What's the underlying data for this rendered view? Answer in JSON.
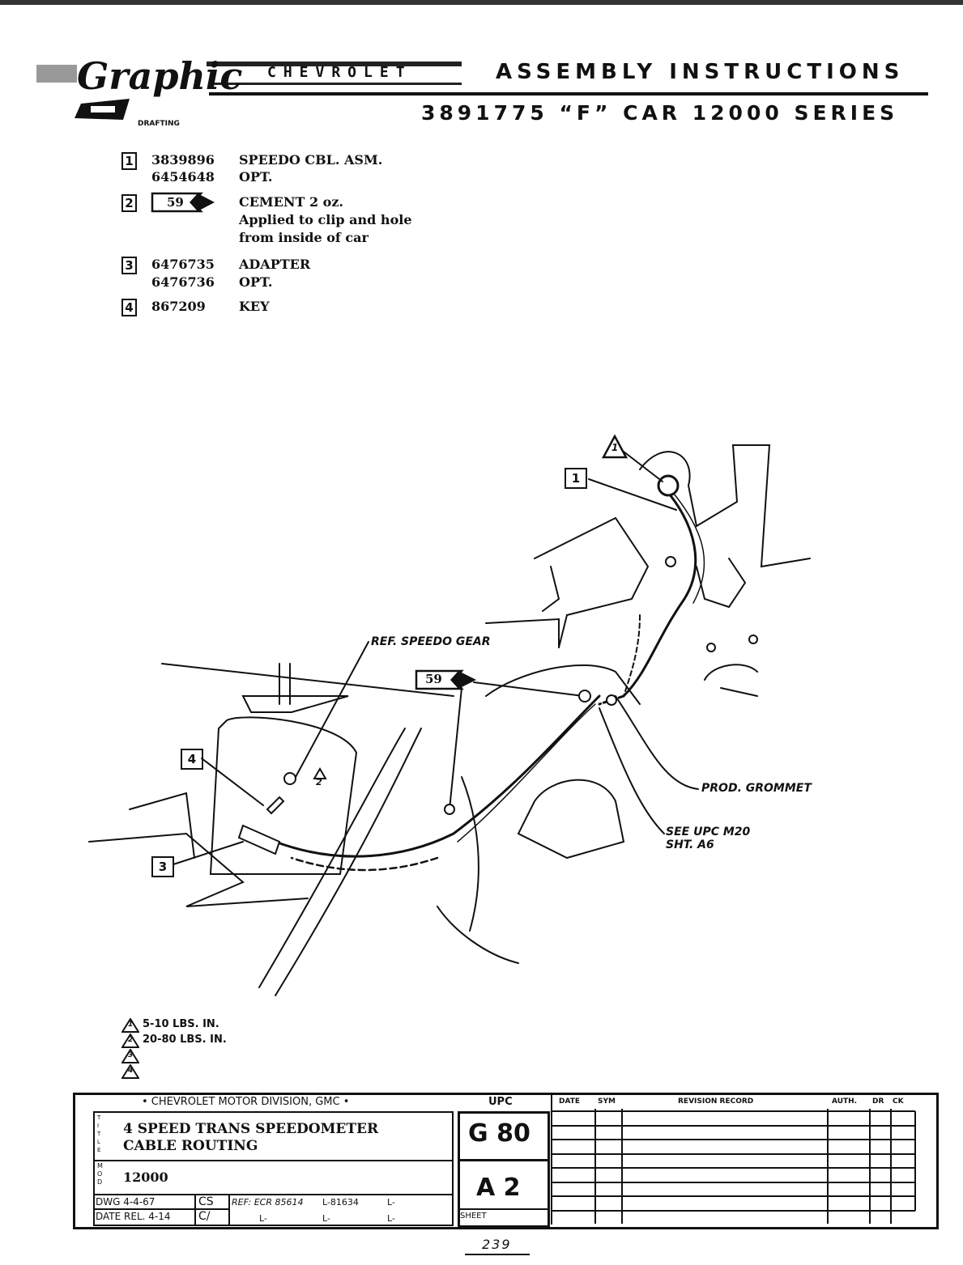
{
  "header": {
    "logo": {
      "small_text": "DRAFTING",
      "script_text": "Graphic",
      "brand": "CHEVROLET"
    },
    "title": "ASSEMBLY INSTRUCTIONS",
    "subtitle": "3891775 “F” CAR 12000 SERIES"
  },
  "parts_list": [
    {
      "ref": "1",
      "numbers": [
        "3839896",
        "6454648"
      ],
      "description": [
        "SPEEDO CBL. ASM.",
        "OPT."
      ]
    },
    {
      "ref": "2",
      "tag": "59",
      "description": [
        "CEMENT 2 oz.",
        "Applied to clip and hole",
        "from inside of car"
      ]
    },
    {
      "ref": "3",
      "numbers": [
        "6476735",
        "6476736"
      ],
      "description": [
        "ADAPTER",
        "OPT."
      ]
    },
    {
      "ref": "4",
      "numbers": [
        "867209"
      ],
      "description": [
        "KEY"
      ]
    }
  ],
  "diagram": {
    "callout_1": "1",
    "torque_1": "1",
    "torque_2": "2",
    "ref_speedo_gear": "REF. SPEEDO GEAR",
    "tag_59": "59",
    "callout_4": "4",
    "callout_3": "3",
    "prod_grommet": "PROD. GROMMET",
    "see_upc_1": "SEE UPC M20",
    "see_upc_2": "SHT. A6"
  },
  "torque_notes": [
    {
      "ref": "1",
      "text": "5-10 LBS. IN."
    },
    {
      "ref": "2",
      "text": "20-80 LBS. IN."
    },
    {
      "ref": "3",
      "text": ""
    },
    {
      "ref": "4",
      "text": ""
    }
  ],
  "title_block": {
    "division": "• CHEVROLET MOTOR DIVISION, GMC •",
    "title_label": "TITLE",
    "title_line1": "4 SPEED TRANS SPEEDOMETER",
    "title_line2": "CABLE ROUTING",
    "model_label": "MOD",
    "model": "12000",
    "dwg": "DWG 4-4-67",
    "dwg_init": "CS",
    "date_rel": "DATE REL. 4-14",
    "date_rel_init": "C/",
    "ref": "REF: ECR 85614",
    "ref_l1": "L-81634",
    "ref_l2": "L-",
    "ref_l3": "L-",
    "ref_l4": "L-",
    "ref_l5": "L-",
    "upc_label": "UPC",
    "upc_group": "G 80",
    "upc_sheet": "A 2",
    "sheet_label": "SHEET",
    "rev_headers": [
      "DATE",
      "SYM",
      "REVISION RECORD",
      "AUTH.",
      "DR",
      "CK"
    ]
  },
  "page_number": "239"
}
